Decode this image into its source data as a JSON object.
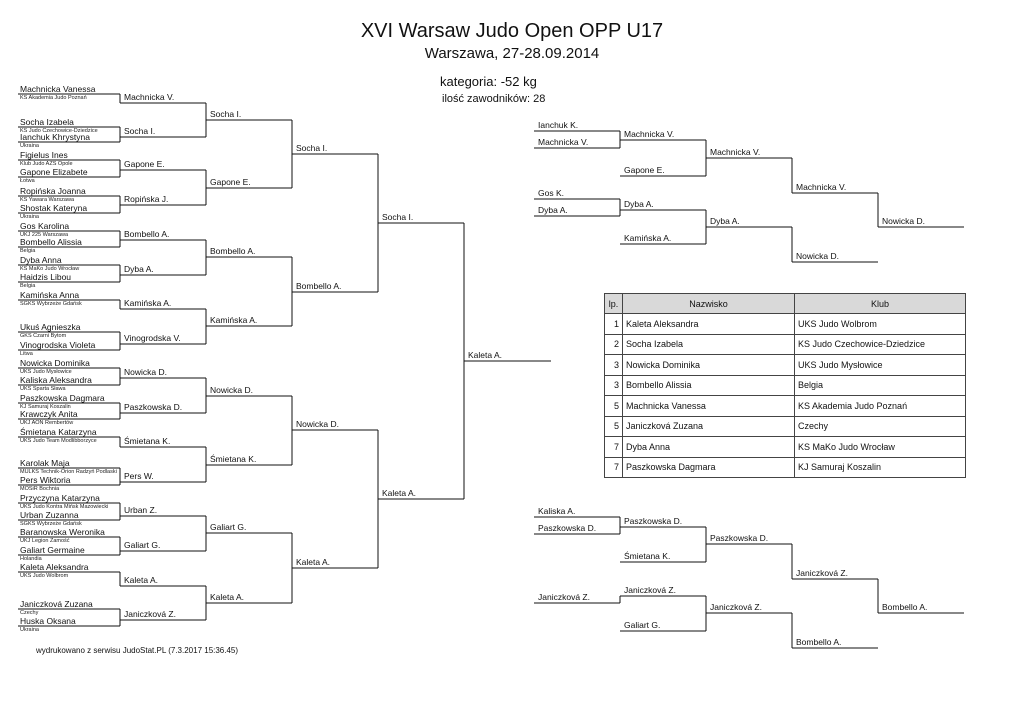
{
  "header": {
    "title": "XVI Warsaw Judo Open OPP U17",
    "subtitle": "Warszawa, 27-28.09.2014",
    "category": "kategoria: -52 kg",
    "count": "ilość zawodników: 28"
  },
  "competitors": [
    {
      "name": "Machnicka Vanessa",
      "club": "KS Akademia Judo Poznań"
    },
    {
      "name": "Socha Izabela",
      "club": "KS Judo Czechowice-Dziedzice"
    },
    {
      "name": "Ianchuk Khrystyna",
      "club": "Ukraina"
    },
    {
      "name": "Figielus Ines",
      "club": "Klub Judo AZS Opole"
    },
    {
      "name": "Gapone Elizabete",
      "club": "Łotwa"
    },
    {
      "name": "Ropińska Joanna",
      "club": "KS Yawara Warszawa"
    },
    {
      "name": "Shostak Kateryna",
      "club": "Ukraina"
    },
    {
      "name": "Gos Karolina",
      "club": "UKJ 225 Warszawa"
    },
    {
      "name": "Bombello Alissia",
      "club": "Belgia"
    },
    {
      "name": "Dyba Anna",
      "club": "KS MaKo Judo Wrocław"
    },
    {
      "name": "Haidzis Libou",
      "club": "Belgia"
    },
    {
      "name": "Kamińska Anna",
      "club": "SGKS Wybrzeże Gdańsk"
    },
    {
      "name": "Ukuś Agnieszka",
      "club": "GKS Czarni Bytom"
    },
    {
      "name": "Vinogrodska Violeta",
      "club": "Litwa"
    },
    {
      "name": "Nowicka Dominika",
      "club": "UKS Judo Mysłowice"
    },
    {
      "name": "Kaliska Aleksandra",
      "club": "UKS Sparta Sława"
    },
    {
      "name": "Paszkowska Dagmara",
      "club": "KJ  Samuraj Koszalin"
    },
    {
      "name": "Krawczyk Anita",
      "club": "UKJ AON Rembertów"
    },
    {
      "name": "Śmietana Katarzyna",
      "club": "UKS Judo Team Modlibborzyce"
    },
    {
      "name": "Karolak Maja",
      "club": "MULKS Technik-Orion Radzyń Podlaski"
    },
    {
      "name": "Pers Wiktoria",
      "club": "MOSiR Bochnia"
    },
    {
      "name": "Przyczyna Katarzyna",
      "club": "UKS Judo Kontra Mińsk Mazowiecki"
    },
    {
      "name": "Urban Zuzanna",
      "club": "SGKS Wybrzeże Gdańsk"
    },
    {
      "name": "Baranowska Weronika",
      "club": "UKJ Legion Zamość"
    },
    {
      "name": "Galiart Germaine",
      "club": "Holandia"
    },
    {
      "name": "Kaleta Aleksandra",
      "club": "UKS Judo Wolbrom"
    },
    {
      "name": "Janiczková Zuzana",
      "club": "Czechy"
    },
    {
      "name": "Huska Oksana",
      "club": "Ukraina"
    }
  ],
  "bracket": {
    "round1": [
      "Machnicka V.",
      "Socha I.",
      "Gapone E.",
      "Ropińska J.",
      "Bombello A.",
      "Dyba A.",
      "Kamińska A.",
      "Vinogrodska V.",
      "Nowicka D.",
      "Paszkowska D.",
      "Śmietana K.",
      "Pers W.",
      "Urban Z.",
      "Galiart G.",
      "Kaleta A.",
      "Janiczková Z."
    ],
    "round2": [
      "Socha I.",
      "Gapone E.",
      "Bombello A.",
      "Kamińska A.",
      "Nowicka D.",
      "Śmietana K.",
      "Galiart G.",
      "Kaleta A."
    ],
    "round3": [
      "Socha I.",
      "Bombello A.",
      "Nowicka D.",
      "Kaleta A."
    ],
    "round4": [
      "Socha I.",
      "Kaleta A."
    ],
    "final": "Kaleta A."
  },
  "repechage_top": {
    "entries": [
      "Ianchuk K.",
      "Machnicka V.",
      "Gos K.",
      "Dyba A."
    ],
    "round1": [
      "Machnicka V.",
      "Gapone E.",
      "Dyba A.",
      "Kamińska A."
    ],
    "round2": [
      "Machnicka V.",
      "Dyba A."
    ],
    "round3": [
      "Machnicka V.",
      "Nowicka D."
    ],
    "winner": "Nowicka D."
  },
  "repechage_bottom": {
    "entries": [
      "Kaliska A.",
      "Paszkowska D.",
      "Janiczková Z."
    ],
    "round1": [
      "Paszkowska D.",
      "Śmietana K.",
      "Janiczková Z.",
      "Galiart G."
    ],
    "round2": [
      "Paszkowska D.",
      "Janiczková Z."
    ],
    "round3": [
      "Janiczková Z.",
      "Bombello A."
    ],
    "winner": "Bombello A."
  },
  "results": {
    "headers": [
      "lp.",
      "Nazwisko",
      "Klub"
    ],
    "rows": [
      {
        "place": "1",
        "name": "Kaleta Aleksandra",
        "club": "UKS Judo Wolbrom"
      },
      {
        "place": "2",
        "name": "Socha Izabela",
        "club": "KS Judo Czechowice-Dziedzice"
      },
      {
        "place": "3",
        "name": "Nowicka Dominika",
        "club": "UKS Judo Mysłowice"
      },
      {
        "place": "3",
        "name": "Bombello Alissia",
        "club": " Belgia"
      },
      {
        "place": "5",
        "name": "Machnicka Vanessa",
        "club": "KS Akademia Judo Poznań"
      },
      {
        "place": "5",
        "name": "Janiczková Zuzana",
        "club": " Czechy"
      },
      {
        "place": "7",
        "name": "Dyba Anna",
        "club": "KS MaKo Judo Wrocław"
      },
      {
        "place": "7",
        "name": "Paszkowska Dagmara",
        "club": "KJ  Samuraj Koszalin"
      }
    ]
  },
  "footer": "wydrukowano z serwisu JudoStat.PL (7.3.2017 15:36.45)"
}
